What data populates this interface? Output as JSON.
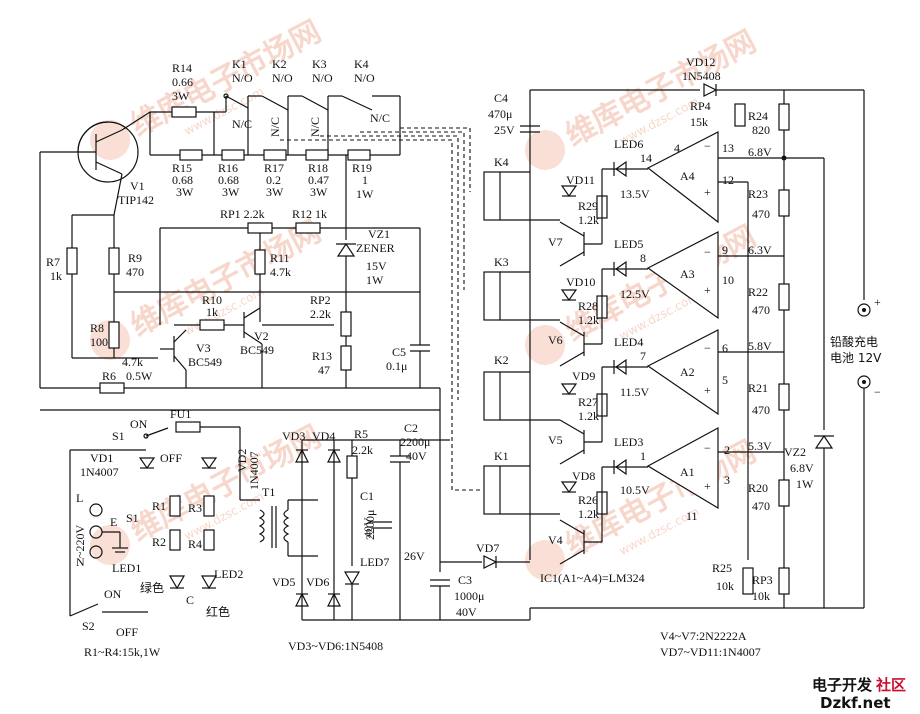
{
  "watermark": {
    "brand": "维库电子市场网",
    "url": "www.dzsc.com",
    "tag": "维库"
  },
  "site_logo": {
    "part1": "电子开发",
    "part2": "社区",
    "url": "Dzkf.net"
  },
  "parts": {
    "r14": [
      "R14",
      "0.66",
      "3W"
    ],
    "k1": [
      "K1",
      "N/O"
    ],
    "k2": [
      "K2",
      "N/O"
    ],
    "k3": [
      "K3",
      "N/O"
    ],
    "k4": [
      "K4",
      "N/O"
    ],
    "nc": "N/C",
    "r15": [
      "R15",
      "0.68",
      "3W"
    ],
    "r16": [
      "R16",
      "0.68",
      "3W"
    ],
    "r17": [
      "R17",
      "0.2",
      "3W"
    ],
    "r18": [
      "R18",
      "0.47",
      "3W"
    ],
    "r19": [
      "R19",
      "1",
      "1W"
    ],
    "v1": [
      "V1",
      "TIP142"
    ],
    "r7": [
      "R7",
      "1k"
    ],
    "r9": [
      "R9",
      "470"
    ],
    "r8": [
      "R8",
      "100"
    ],
    "rp1": "RP1 2.2k",
    "r12": "R12 1k",
    "r11": [
      "R11",
      "4.7k"
    ],
    "vz1": [
      "VZ1",
      "ZENER",
      "15V",
      "1W"
    ],
    "r10": [
      "R10",
      "1k"
    ],
    "v2": [
      "V2",
      "BC549"
    ],
    "v3": [
      "V3",
      "BC549"
    ],
    "rp2": [
      "RP2",
      "2.2k"
    ],
    "r13": [
      "R13",
      "47"
    ],
    "r6": [
      "R6",
      "0.5W"
    ],
    "r6_val": "4.7k",
    "c5": [
      "C5",
      "0.1μ"
    ],
    "c4": [
      "C4",
      "470μ",
      "25V"
    ],
    "vd12": [
      "VD12",
      "1N5408"
    ],
    "rp4": [
      "RP4",
      "15k"
    ],
    "r24": [
      "R24",
      "820"
    ],
    "relays": [
      "K4",
      "K3",
      "K2",
      "K1"
    ],
    "vd11": "VD11",
    "vd10": "VD10",
    "vd9": "VD9",
    "vd8": "VD8",
    "r29": [
      "R29",
      "1.2k"
    ],
    "r28": [
      "R28",
      "1.2k"
    ],
    "r27": [
      "R27",
      "1.2k"
    ],
    "r26": [
      "R26",
      "1.2k"
    ],
    "v7": "V7",
    "v6": "V6",
    "v5": "V5",
    "v4": "V4",
    "led6": "LED6",
    "led5": "LED5",
    "led4": "LED4",
    "led3": "LED3",
    "v_led6": "13.5V",
    "v_led5": "12.5V",
    "v_led4": "11.5V",
    "v_led3": "10.5V",
    "a4": "A4",
    "a3": "A3",
    "a2": "A2",
    "a1": "A1",
    "pins": {
      "p14": "14",
      "p4": "4",
      "p13": "13",
      "p12": "12",
      "p8": "8",
      "p9": "9",
      "p10": "10",
      "p7": "7",
      "p6": "6",
      "p5": "5",
      "p1": "1",
      "p2": "2",
      "p3": "3",
      "p11": "11"
    },
    "minus": "−",
    "plus": "+",
    "v68": "6.8V",
    "v63": "6.3V",
    "v58": "5.8V",
    "v53": "5.3V",
    "r23": [
      "R23",
      "470"
    ],
    "r22": [
      "R22",
      "470"
    ],
    "r21": [
      "R21",
      "470"
    ],
    "r20": [
      "R20",
      "470"
    ],
    "vz2": [
      "VZ2",
      "6.8V",
      "1W"
    ],
    "r25": [
      "R25",
      "10k"
    ],
    "rp3": [
      "RP3",
      "10k"
    ],
    "battery": [
      "铅酸充电",
      "电池 12V"
    ],
    "batt_plus": "+",
    "batt_minus": "−",
    "ic1": "IC1(A1~A4)=LM324",
    "q_note": "V4~V7:2N2222A",
    "d_note": "VD7~VD11:1N4007",
    "s1": "S1",
    "on": "ON",
    "off": "OFF",
    "fu1": "FU1",
    "vd1": [
      "VD1",
      "1N4007"
    ],
    "vd2": [
      "VD2",
      "1N4007"
    ],
    "r1": "R1",
    "r2": "R2",
    "r3": "R3",
    "r4": "R4",
    "l_term": "L",
    "e_term": "E",
    "n_term": "N",
    "ac": "~220V",
    "led1": [
      "LED1",
      "绿色"
    ],
    "led2": [
      "LED2",
      "红色"
    ],
    "c_term": "C",
    "s2": "S2",
    "r_note": "R1~R4:15k,1W",
    "t1": "T1",
    "vd3": "VD3",
    "vd4": "VD4",
    "vd5": "VD5",
    "vd6": "VD6",
    "vd_note": "VD3~VD6:1N5408",
    "r5": [
      "R5",
      "2.2k"
    ],
    "c2": [
      "C2",
      "2200μ",
      "40V"
    ],
    "c1": [
      "C1",
      "2200μ",
      "40V"
    ],
    "led7": "LED7",
    "v26": "26V",
    "c3": [
      "C3",
      "1000μ",
      "40V"
    ],
    "vd7": "VD7"
  }
}
